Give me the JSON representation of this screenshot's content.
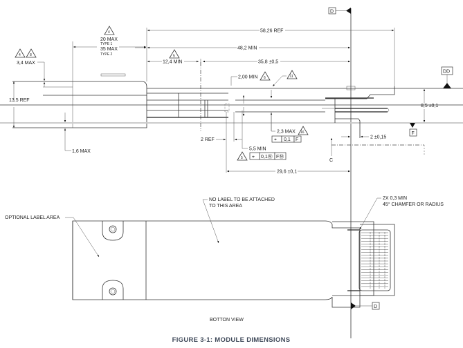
{
  "figure": {
    "caption": "Figure 3-1: Module dimensions",
    "caption_display": "FIGURE 3-1: MODULE DIMENSIONS"
  },
  "side_view": {
    "datums": {
      "top_D": "D",
      "right_DD": "DD",
      "bottom_F": "F",
      "section_C": "C"
    },
    "dimensions": {
      "overall_length": "58,26 REF",
      "min_length": "48,2 MIN",
      "inner_length": "35,8 ±0,5",
      "latch_min": "12,4 MIN",
      "latch_note": "5",
      "pull_tab_note": "4",
      "pull_tab_type1": "20 MAX",
      "pull_tab_type1_label": "TYPE 1",
      "pull_tab_type2": "35 MAX",
      "pull_tab_type2_label": "TYPE 2",
      "top_max": "3,4 MAX",
      "top_max_notes": [
        "4",
        "8"
      ],
      "height_ref": "13,5 REF",
      "bottom_max": "1,6 MAX",
      "gap_min": "2,00 MIN",
      "gap_note": "6",
      "edge_note": "11",
      "pcb_max": "2,3 MAX",
      "pcb_note": "16",
      "pcb_tolerance": [
        "⌖",
        "0,1",
        "F"
      ],
      "ref_2": "2 REF",
      "slot_min": "5,5 MIN",
      "slot_note": "5",
      "slot_tolerance": [
        "⌖",
        "0,1Ⓜ",
        "FⓂ"
      ],
      "pcb_length": "29,6 ±0,1",
      "pcb_offset": "2 ±0,15",
      "pcb_height": "8,5 ±0,1"
    }
  },
  "bottom_view": {
    "title": "BOTTON VIEW",
    "notes": {
      "optional_label": "OPTIONAL LABEL AREA",
      "no_label_line1": "NO  LABEL TO BE ATTACHED",
      "no_label_line2": "TO THIS AREA",
      "chamfer_line1": "2X 0,3 MIN",
      "chamfer_line2": "45° CHAMFER OR RADIUS"
    },
    "datum_D": "D"
  }
}
